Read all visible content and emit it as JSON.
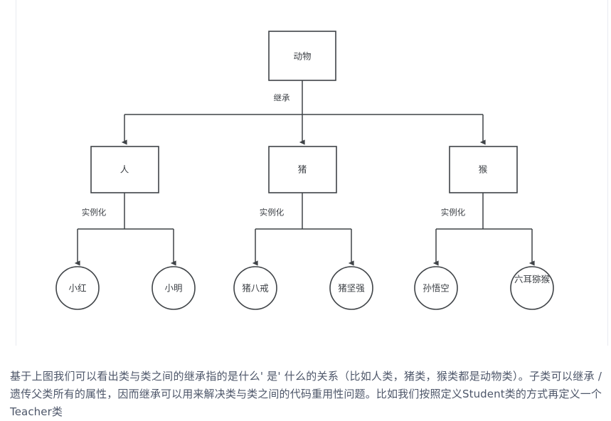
{
  "diagram": {
    "type": "tree",
    "root": {
      "id": "root",
      "label": "动物",
      "shape": "rect"
    },
    "level1_edge_label": "继承",
    "level2_edge_label": "实例化",
    "branches": [
      {
        "class_label": "人",
        "edge_from_root": "继承",
        "edge_to_instances": "实例化",
        "instances": [
          {
            "label": "小红",
            "shape": "circle"
          },
          {
            "label": "小明",
            "shape": "circle"
          }
        ]
      },
      {
        "class_label": "猪",
        "edge_from_root": "继承",
        "edge_to_instances": "实例化",
        "instances": [
          {
            "label": "猪八戒",
            "shape": "circle"
          },
          {
            "label": "猪坚强",
            "shape": "circle"
          }
        ]
      },
      {
        "class_label": "猴",
        "edge_from_root": "继承",
        "edge_to_instances": "实例化",
        "instances": [
          {
            "label": "孙悟空",
            "shape": "circle"
          },
          {
            "label": "六耳猕猴",
            "shape": "circle"
          }
        ]
      }
    ],
    "colors": {
      "stroke": "#3f4347",
      "fill": "#ffffff",
      "text": "#3b3f44",
      "frame": "#e9eaf1"
    }
  },
  "caption": {
    "text": "基于上图我们可以看出类与类之间的继承指的是什么' 是' 什么的关系（比如人类，猪类，猴类都是动物类）。子类可以继承 / 遗传父类所有的属性，因而继承可以用来解决类与类之间的代码重用性问题。比如我们按照定义Student类的方式再定义一个Teacher类"
  }
}
